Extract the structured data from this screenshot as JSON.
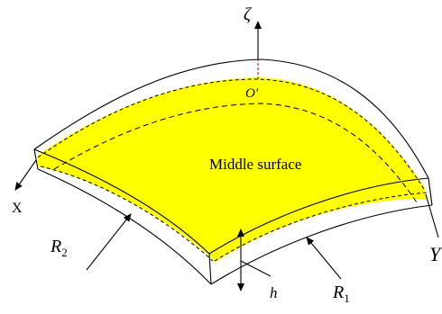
{
  "figure": {
    "axes": {
      "zeta": "ζ",
      "x": "X",
      "y": "Y"
    },
    "origin_label": "O'",
    "surface_label": "Middle surface",
    "thickness_label": "h",
    "radius_2": {
      "symbol": "R",
      "subscript": "2"
    },
    "radius_1": {
      "symbol": "R",
      "subscript": "1"
    },
    "colors": {
      "middle_surface_fill": "#ffff00",
      "line": "#000000",
      "zeta_dashed_segment": "#cc0000",
      "background": "#ffffff"
    }
  }
}
